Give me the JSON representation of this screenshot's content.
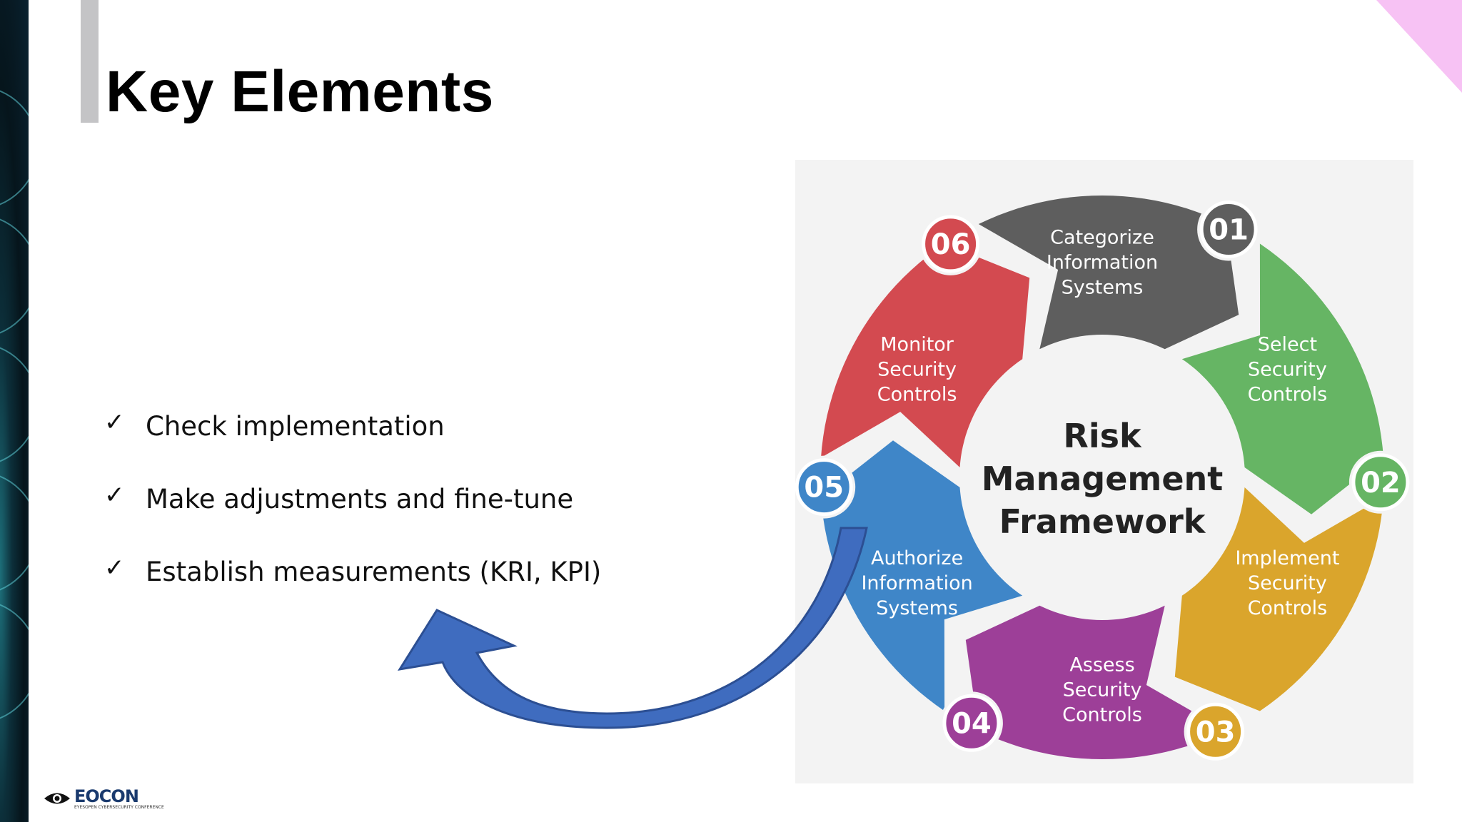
{
  "slide": {
    "title": "Key Elements",
    "bullets": [
      {
        "label": "Check implementation"
      },
      {
        "label": "Make adjustments and fine-tune"
      },
      {
        "label": "Establish measurements (KRI, KPI)"
      }
    ]
  },
  "diagram": {
    "center_lines": [
      "Risk",
      "Management",
      "Framework"
    ],
    "steps": [
      {
        "num": "01",
        "lines": [
          "Categorize",
          "Information",
          "Systems"
        ],
        "color": "#5e5e5e"
      },
      {
        "num": "02",
        "lines": [
          "Select",
          "Security",
          "Controls"
        ],
        "color": "#66b564"
      },
      {
        "num": "03",
        "lines": [
          "Implement",
          "Security",
          "Controls"
        ],
        "color": "#daa52c"
      },
      {
        "num": "04",
        "lines": [
          "Assess",
          "Security",
          "Controls"
        ],
        "color": "#9d3f98"
      },
      {
        "num": "05",
        "lines": [
          "Authorize",
          "Information",
          "Systems"
        ],
        "color": "#3f86c8"
      },
      {
        "num": "06",
        "lines": [
          "Monitor",
          "Security",
          "Controls"
        ],
        "color": "#d34a50"
      }
    ]
  },
  "logo": {
    "name": "EOCON",
    "subtitle": "EYESOPEN CYBERSECURITY CONFERENCE"
  },
  "colors": {
    "arrow": "#3a68b8",
    "title_bar": "#c4c4c6",
    "corner": "#f7c2f4"
  },
  "icons": {
    "bullet": "checkmark-icon",
    "logo": "eye-icon"
  }
}
